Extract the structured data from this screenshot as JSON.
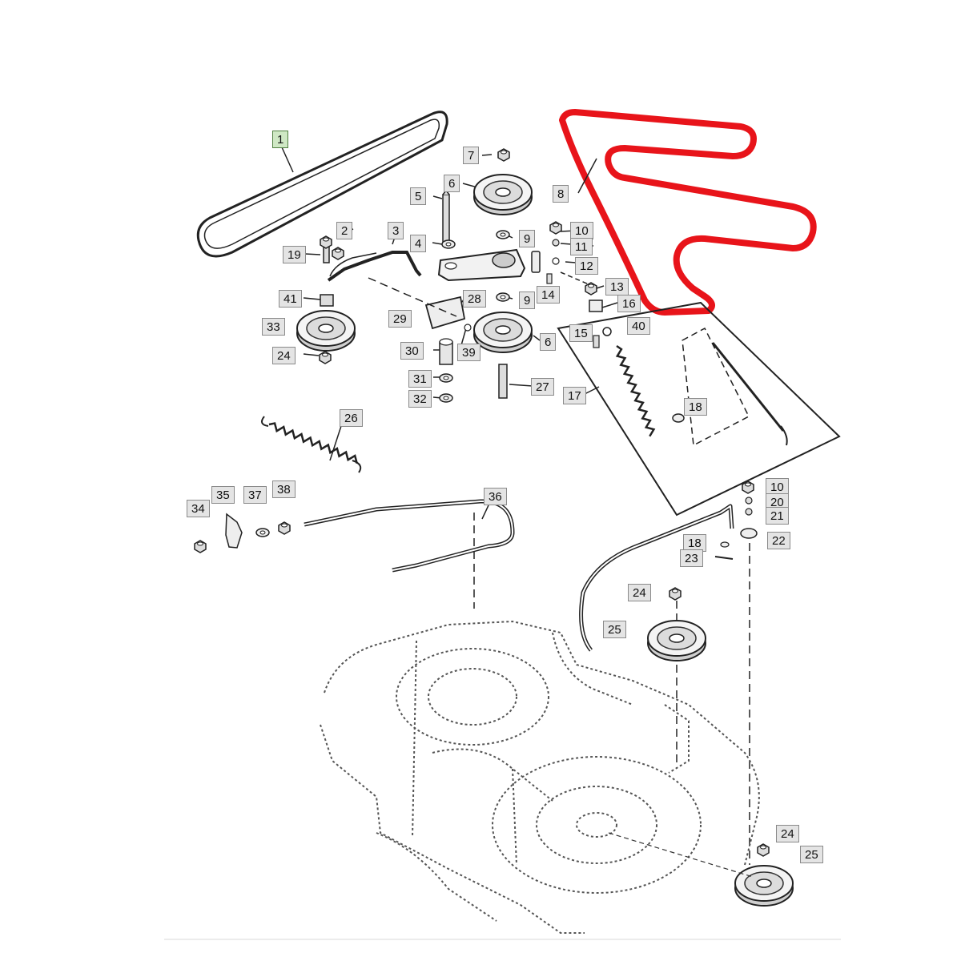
{
  "diagram": {
    "highlight_color": "#e8141a",
    "selected_label_color": "#cfe8c4",
    "label_fill": "#e4e4e4",
    "parts": [
      {
        "id": "p1",
        "label": "1"
      },
      {
        "id": "p2",
        "label": "2"
      },
      {
        "id": "p3",
        "label": "3"
      },
      {
        "id": "p4",
        "label": "4"
      },
      {
        "id": "p5",
        "label": "5"
      },
      {
        "id": "p6a",
        "label": "6"
      },
      {
        "id": "p6b",
        "label": "6"
      },
      {
        "id": "p7",
        "label": "7"
      },
      {
        "id": "p8",
        "label": "8"
      },
      {
        "id": "p9a",
        "label": "9"
      },
      {
        "id": "p9b",
        "label": "9"
      },
      {
        "id": "p10a",
        "label": "10"
      },
      {
        "id": "p10b",
        "label": "10"
      },
      {
        "id": "p11",
        "label": "11"
      },
      {
        "id": "p12",
        "label": "12"
      },
      {
        "id": "p13",
        "label": "13"
      },
      {
        "id": "p14",
        "label": "14"
      },
      {
        "id": "p15",
        "label": "15"
      },
      {
        "id": "p16",
        "label": "16"
      },
      {
        "id": "p17",
        "label": "17"
      },
      {
        "id": "p18a",
        "label": "18"
      },
      {
        "id": "p18b",
        "label": "18"
      },
      {
        "id": "p19",
        "label": "19"
      },
      {
        "id": "p20",
        "label": "20"
      },
      {
        "id": "p21",
        "label": "21"
      },
      {
        "id": "p22",
        "label": "22"
      },
      {
        "id": "p23",
        "label": "23"
      },
      {
        "id": "p24a",
        "label": "24"
      },
      {
        "id": "p24b",
        "label": "24"
      },
      {
        "id": "p24c",
        "label": "24"
      },
      {
        "id": "p25a",
        "label": "25"
      },
      {
        "id": "p25b",
        "label": "25"
      },
      {
        "id": "p26",
        "label": "26"
      },
      {
        "id": "p27",
        "label": "27"
      },
      {
        "id": "p28",
        "label": "28"
      },
      {
        "id": "p29",
        "label": "29"
      },
      {
        "id": "p30",
        "label": "30"
      },
      {
        "id": "p31",
        "label": "31"
      },
      {
        "id": "p32",
        "label": "32"
      },
      {
        "id": "p33",
        "label": "33"
      },
      {
        "id": "p34",
        "label": "34"
      },
      {
        "id": "p35",
        "label": "35"
      },
      {
        "id": "p36",
        "label": "36"
      },
      {
        "id": "p37",
        "label": "37"
      },
      {
        "id": "p38",
        "label": "38"
      },
      {
        "id": "p39",
        "label": "39"
      },
      {
        "id": "p40",
        "label": "40"
      },
      {
        "id": "p41",
        "label": "41"
      }
    ]
  }
}
